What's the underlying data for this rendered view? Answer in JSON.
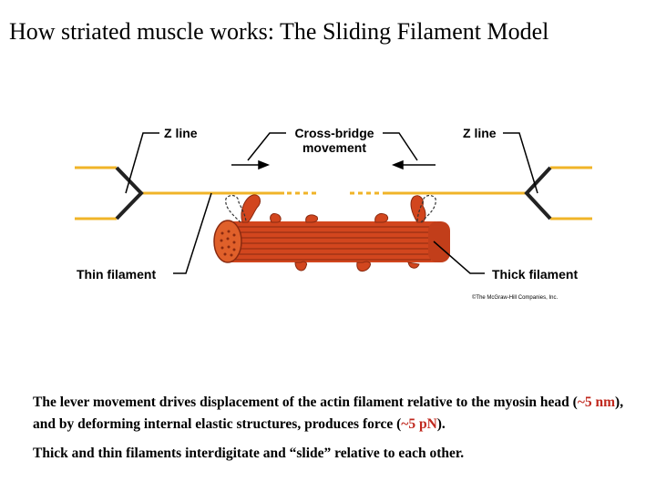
{
  "title": "How striated muscle works:  The Sliding Filament Model",
  "labels": {
    "z_line_left": "Z line",
    "z_line_right": "Z line",
    "cross_bridge_line1": "Cross-bridge",
    "cross_bridge_line2": "movement",
    "thin_filament": "Thin filament",
    "thick_filament": "Thick filament",
    "copyright": "©The McGraw-Hill Companies, Inc."
  },
  "caption": {
    "p1_a": "The lever movement drives displacement of the actin filament relative to the myosin head (",
    "p1_b": "~5 nm",
    "p1_c": "), and by deforming internal elastic structures, produces force (",
    "p1_d": "~5 pN",
    "p1_e": ").",
    "p2": "Thick and thin filaments interdigitate and “slide” relative to each other."
  },
  "colors": {
    "thin_filament": "#f0b428",
    "thick_filament": "#d2461e",
    "highlight": "#c0281e"
  }
}
